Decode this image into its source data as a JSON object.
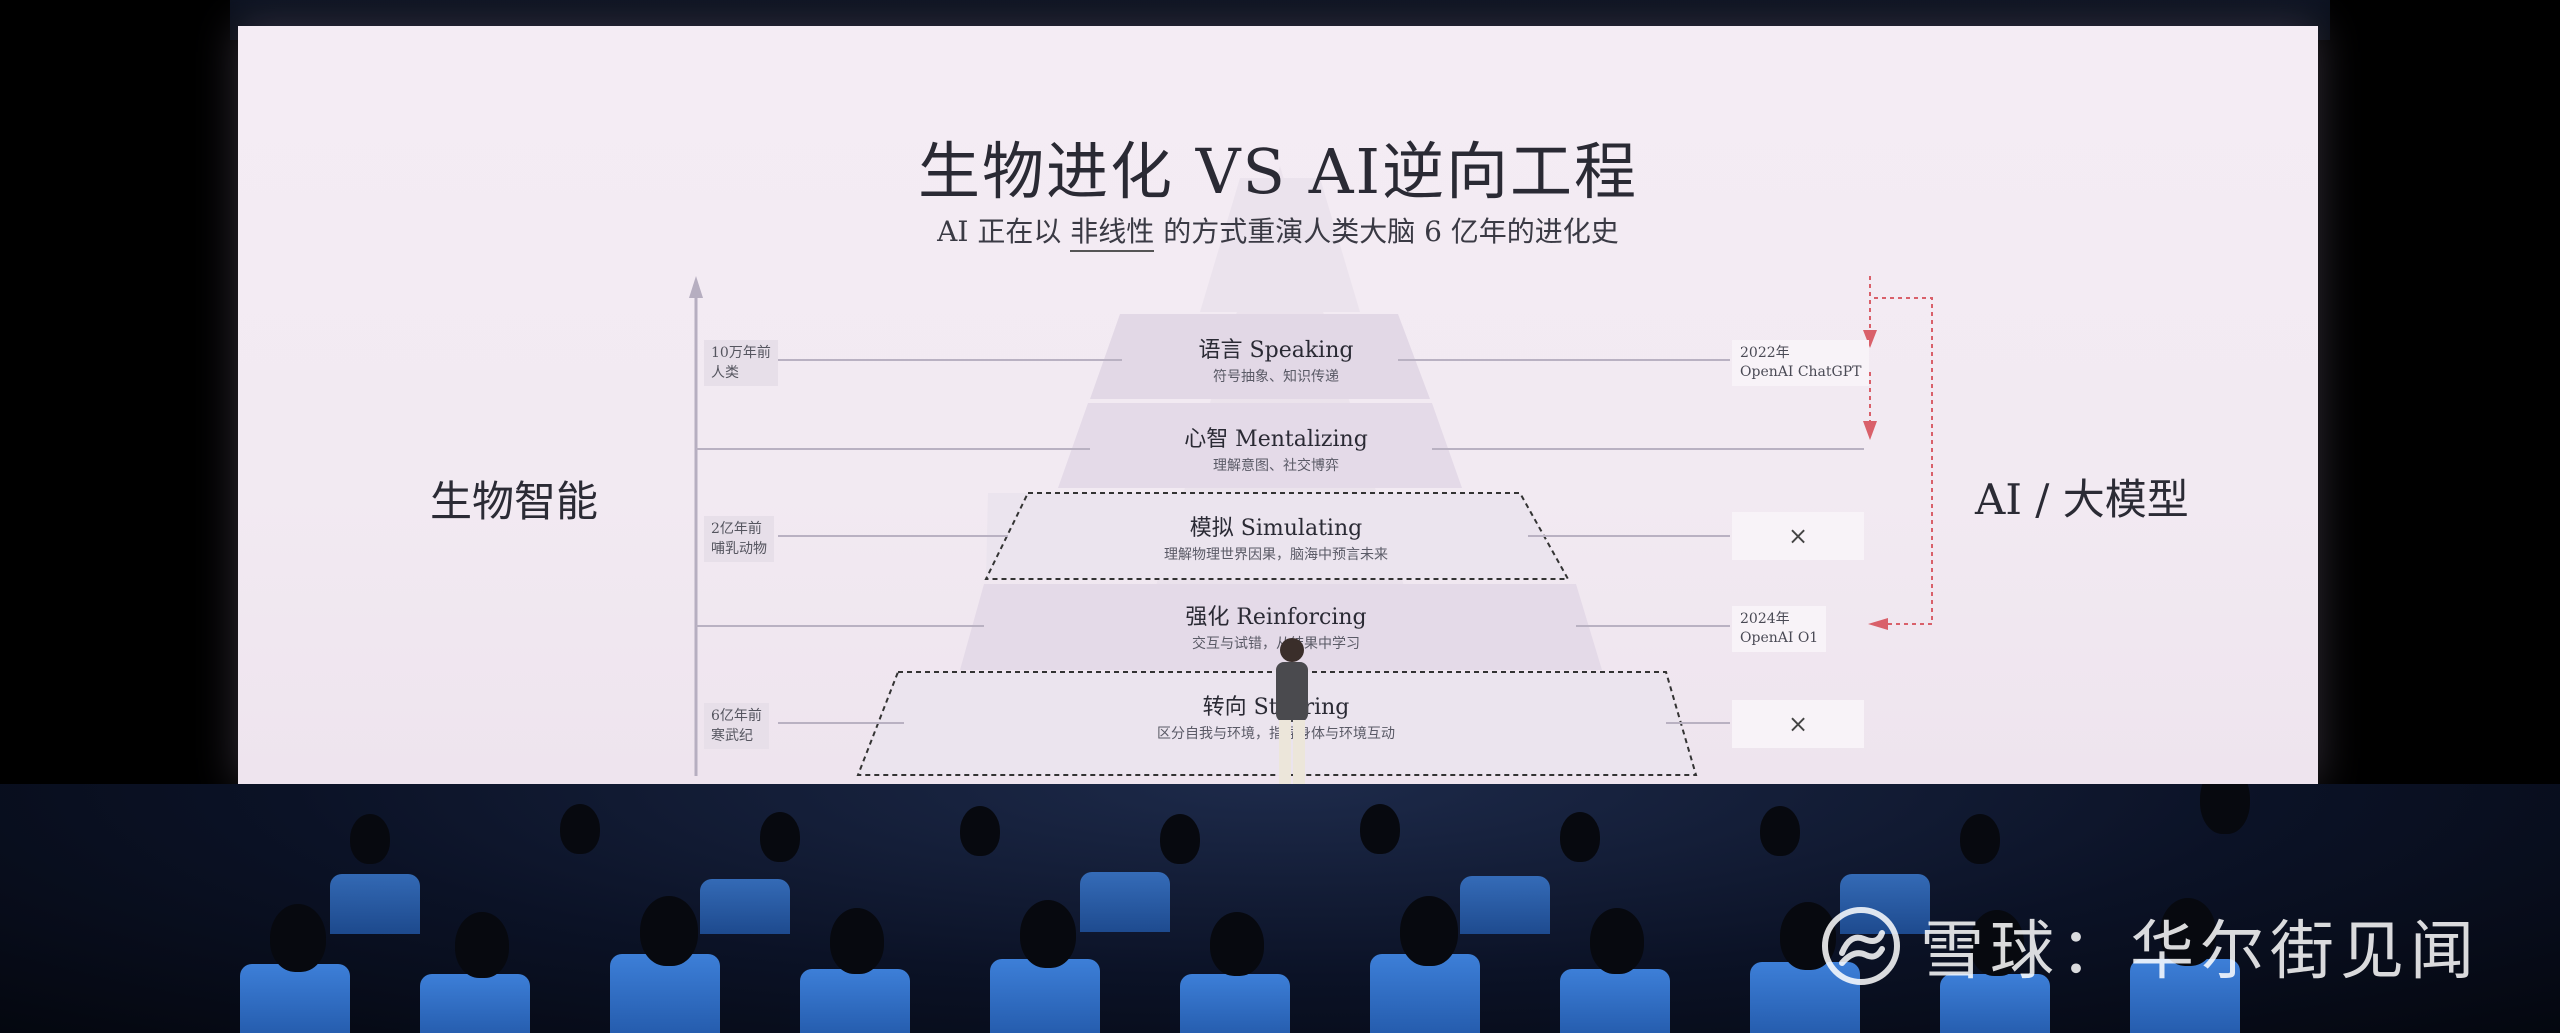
{
  "slide": {
    "title": "生物进化 VS AI逆向工程",
    "subtitle_pre": "AI 正在以",
    "subtitle_hl": "非线性",
    "subtitle_post": "的方式重演人类大脑 6 亿年的进化史",
    "left_label": "生物智能",
    "right_label": "AI / 大模型"
  },
  "eras": [
    {
      "line1": "10万年前",
      "line2": "人类"
    },
    {
      "line1": "2亿年前",
      "line2": "哺乳动物"
    },
    {
      "line1": "6亿年前",
      "line2": "寒武纪"
    }
  ],
  "tiers": [
    {
      "name": "语言  Speaking",
      "desc": "符号抽象、知识传递"
    },
    {
      "name": "心智  Mentalizing",
      "desc": "理解意图、社交博弈"
    },
    {
      "name": "模拟  Simulating",
      "desc": "理解物理世界因果，脑海中预言未来"
    },
    {
      "name": "强化  Reinforcing",
      "desc": "交互与试错，从结果中学习"
    },
    {
      "name": "转向  Steering",
      "desc": "区分自我与环境，指导身体与环境互动"
    }
  ],
  "ai_milestones": [
    {
      "year": "2022年",
      "name": "OpenAI ChatGPT"
    },
    {
      "year": "2024年",
      "name": "OpenAI O1"
    }
  ],
  "marks": {
    "x": "×"
  },
  "watermark": {
    "text": "雪球：华尔街见闻"
  },
  "colors": {
    "accent_arrow": "#d9606a",
    "screen_bg": "#f3ebf3",
    "seat_blue": "#2f6cc4"
  }
}
